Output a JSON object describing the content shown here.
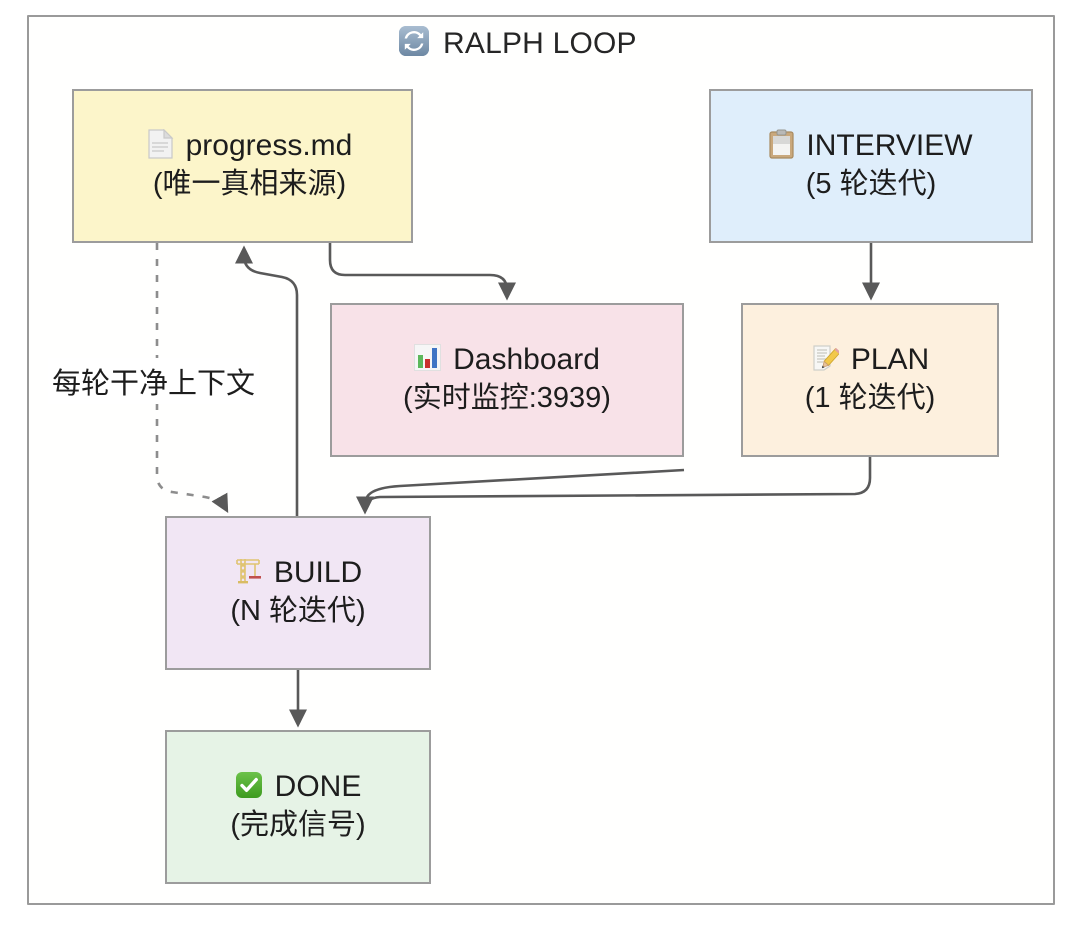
{
  "diagram": {
    "title": "RALPH LOOP",
    "title_icon": "arrows-counterclockwise-icon",
    "frame_border_color": "#9a9a9a",
    "background": "#ffffff"
  },
  "nodes": [
    {
      "id": "progress",
      "icon": "page-facing-up-icon",
      "label": "progress.md",
      "sublabel": "(唯一真相来源)",
      "fill": "#fcf5ca",
      "stroke": "#9c9c9c"
    },
    {
      "id": "interview",
      "icon": "clipboard-icon",
      "label": "INTERVIEW",
      "sublabel": "(5 轮迭代)",
      "fill": "#dfeefb",
      "stroke": "#9c9c9c"
    },
    {
      "id": "dashboard",
      "icon": "bar-chart-icon",
      "label": "Dashboard",
      "sublabel": "(实时监控:3939)",
      "fill": "#f8e2e8",
      "stroke": "#9c9c9c"
    },
    {
      "id": "plan",
      "icon": "memo-icon",
      "label": "PLAN",
      "sublabel": "(1 轮迭代)",
      "fill": "#fdf0de",
      "stroke": "#9c9c9c"
    },
    {
      "id": "build",
      "icon": "construction-crane-icon",
      "label": "BUILD",
      "sublabel": "(N 轮迭代)",
      "fill": "#f1e6f4",
      "stroke": "#9c9c9c"
    },
    {
      "id": "done",
      "icon": "check-mark-button-icon",
      "label": "DONE",
      "sublabel": "(完成信号)",
      "fill": "#e6f3e6",
      "stroke": "#9c9c9c"
    }
  ],
  "edges": [
    {
      "id": "progress-to-build",
      "from": "progress",
      "to": "build",
      "style": "dashed",
      "label": "每轮干净上下文"
    },
    {
      "id": "progress-to-dashboard",
      "from": "progress",
      "to": "dashboard",
      "style": "solid",
      "label": ""
    },
    {
      "id": "build-to-progress",
      "from": "build",
      "to": "progress",
      "style": "solid",
      "label": ""
    },
    {
      "id": "interview-to-plan",
      "from": "interview",
      "to": "plan",
      "style": "solid",
      "label": ""
    },
    {
      "id": "plan-to-build",
      "from": "plan",
      "to": "build",
      "style": "solid",
      "label": ""
    },
    {
      "id": "dashboard-to-build",
      "from": "dashboard",
      "to": "build",
      "style": "solid",
      "label": ""
    },
    {
      "id": "build-to-done",
      "from": "build",
      "to": "done",
      "style": "solid",
      "label": ""
    }
  ],
  "edge_labels": {
    "clean_context": "每轮干净上下文"
  }
}
